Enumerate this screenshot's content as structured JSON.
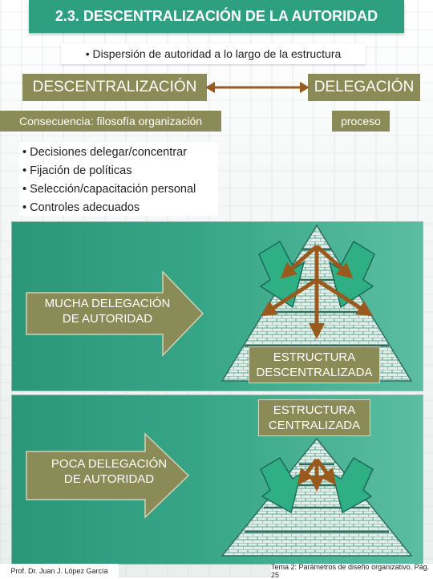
{
  "title": "2.3. DESCENTRALIZACIÓN DE LA AUTORIDAD",
  "subtitle": "• Dispersión de autoridad a lo largo de la estructura",
  "concepts": {
    "left": "DESCENTRALIZACIÓN",
    "right": "DELEGACIÓN",
    "left_note": "Consecuencia: filosofía organización",
    "right_note": "proceso"
  },
  "bullets": [
    "• Decisiones delegar/concentrar",
    "• Fijación de políticas",
    "• Selección/capacitación personal",
    "• Controles adecuados"
  ],
  "panel_top": {
    "arrow_label": "MUCHA DELEGACIÓN\nDE AUTORIDAD",
    "structure_label": "ESTRUCTURA\nDESCENTRALIZADA"
  },
  "panel_bottom": {
    "arrow_label": "POCA DELEGACIÓN\nDE AUTORIDAD",
    "structure_label": "ESTRUCTURA\nCENTRALIZADA"
  },
  "footer": {
    "left": "Prof. Dr. Juan J. López García",
    "right": "Tema 2: Parámetros de diseño organizativo. Pág. 25"
  },
  "colors": {
    "title_bg": "#2e9f80",
    "olive": "#8b8b57",
    "panel_teal": "#2b9779",
    "arrow_brown": "#9a5a1e"
  }
}
